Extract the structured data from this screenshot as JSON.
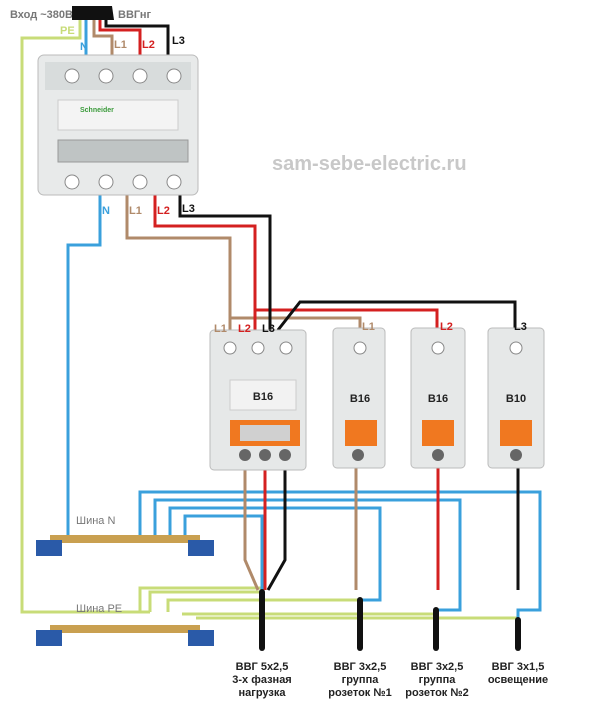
{
  "input": {
    "label": "Вход ~380В",
    "cable": "ВВГнг"
  },
  "watermark": "sam-sebe-electric.ru",
  "wire_labels": {
    "pe": "PE",
    "n": "N",
    "l1": "L1",
    "l2": "L2",
    "l3": "L3"
  },
  "main_switch": {
    "brand": "Schneider"
  },
  "breakers": [
    {
      "rating": "B16",
      "poles": 3,
      "inputs": [
        "L1",
        "L2",
        "L3"
      ]
    },
    {
      "rating": "B16",
      "poles": 1,
      "input": "L1"
    },
    {
      "rating": "B16",
      "poles": 1,
      "input": "L2"
    },
    {
      "rating": "B10",
      "poles": 1,
      "input": "L3"
    }
  ],
  "busbars": {
    "n": "Шина N",
    "pe": "Шина PE"
  },
  "outputs": [
    {
      "line1": "ВВГ 5х2,5",
      "line2": "3-х фазная",
      "line3": "нагрузка"
    },
    {
      "line1": "ВВГ 3х2,5",
      "line2": "группа",
      "line3": "розеток №1"
    },
    {
      "line1": "ВВГ 3х2,5",
      "line2": "группа",
      "line3": "розеток №2"
    },
    {
      "line1": "ВВГ 3х1,5",
      "line2": "освещение",
      "line3": ""
    }
  ],
  "colors": {
    "pe": "#c8dc78",
    "n": "#3aa0dc",
    "l1": "#b08a6a",
    "l2": "#d42020",
    "l3": "#111111",
    "accent": "#f07820"
  }
}
